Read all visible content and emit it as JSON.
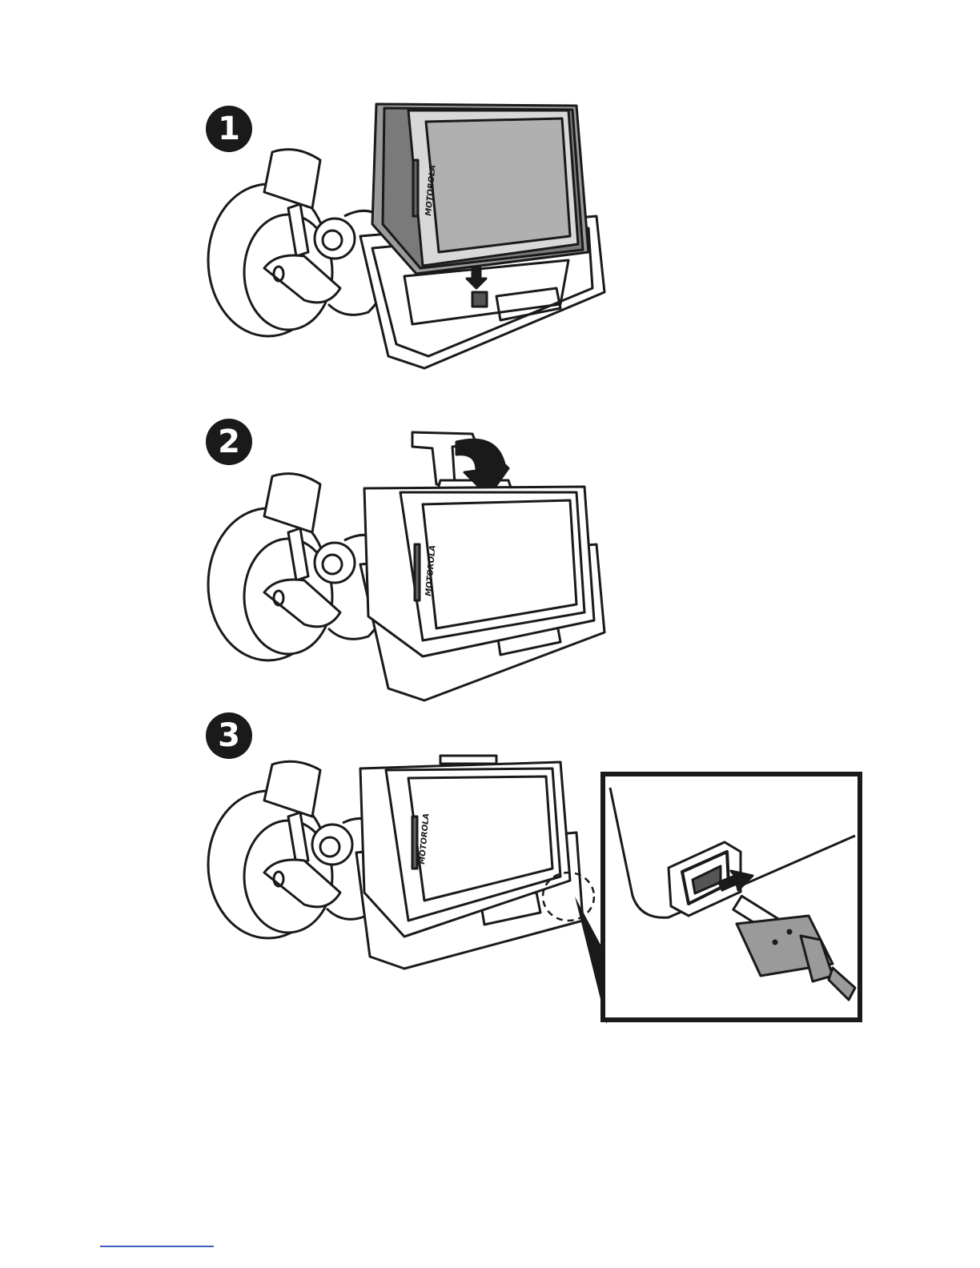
{
  "steps": [
    {
      "number": "1",
      "action": "insert phone into mount"
    },
    {
      "number": "2",
      "action": "close clamp over phone"
    },
    {
      "number": "3",
      "action": "plug in micro-USB cable"
    }
  ],
  "phone": {
    "brand_text": "MOTOROLA"
  },
  "icons": [
    "suction-cup-icon",
    "phone-icon",
    "down-arrow-icon",
    "curved-arrow-icon",
    "usb-plug-icon",
    "zoom-callout-icon"
  ],
  "colors": {
    "ink": "#1a1a1a",
    "screen_gray": "#b0b0b0",
    "footer_rule": "#4060c0"
  }
}
